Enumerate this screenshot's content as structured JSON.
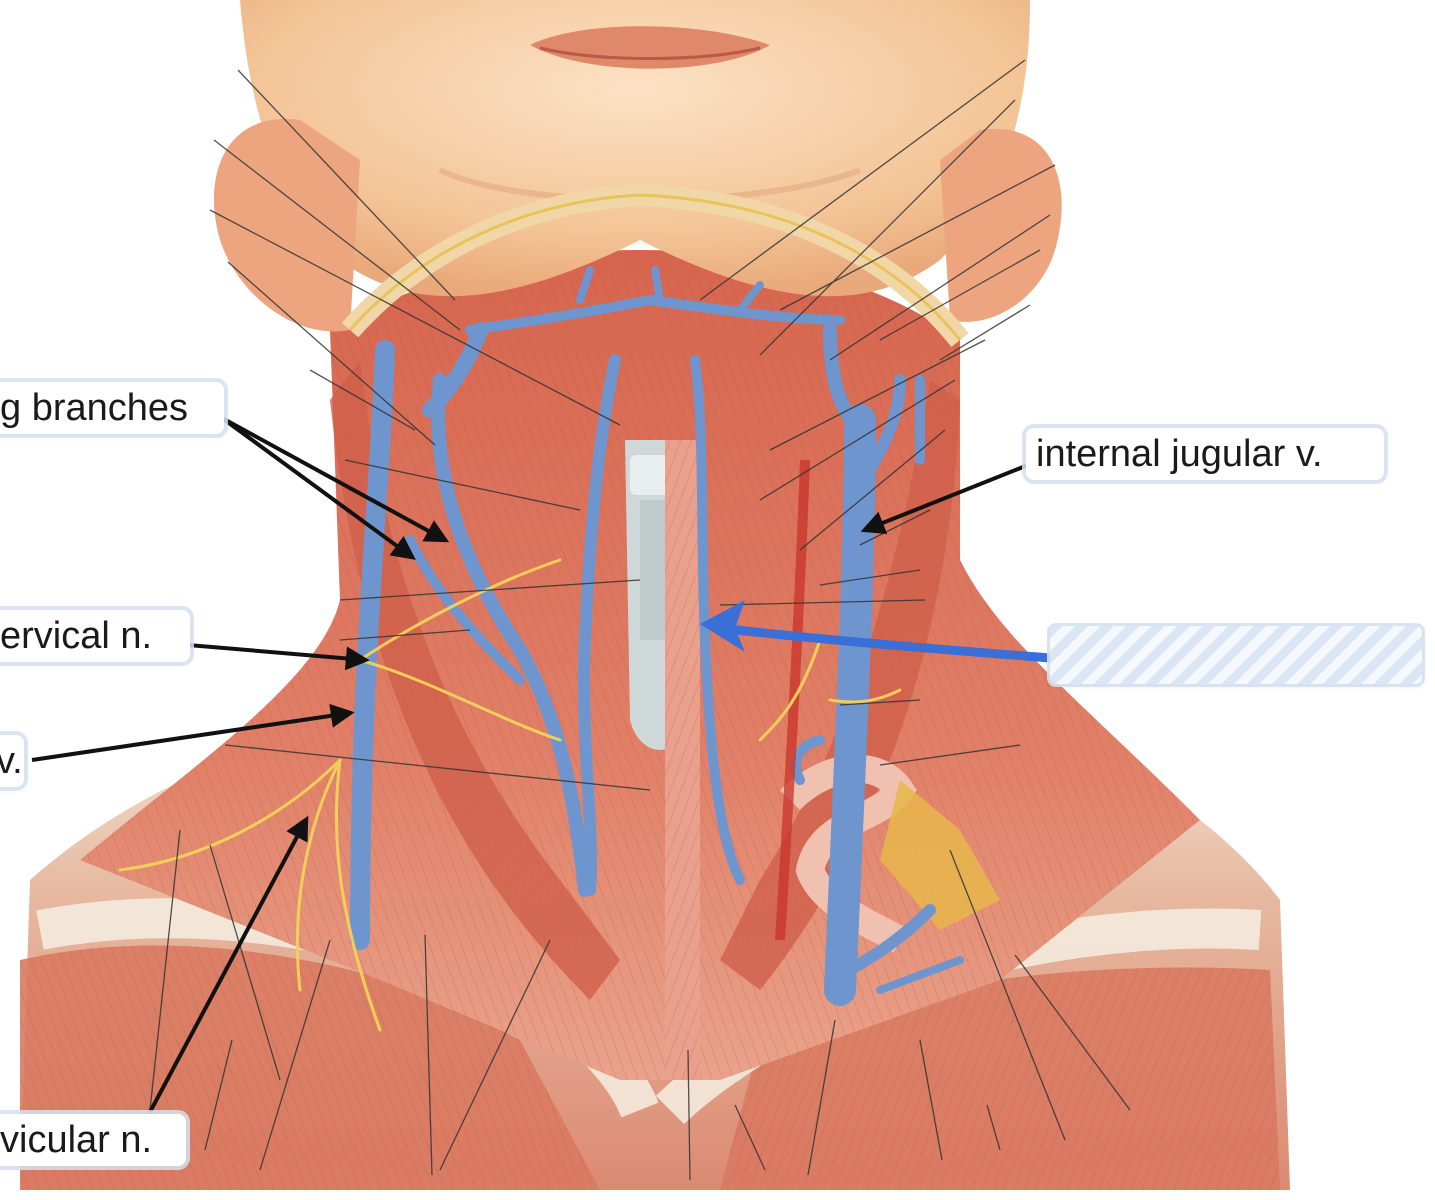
{
  "labels": {
    "branches": "g branches",
    "internal_jugular": "internal jugular v.",
    "cervical_nerve": "ervical n.",
    "vein_partial": "v.",
    "clavicular_nerve": "vicular n."
  },
  "colors": {
    "skin": "#f4c49a",
    "muscle": "#d9705a",
    "vein": "#6f95cf",
    "nerve": "#f2d35a",
    "highlight_arrow": "#3a6fd8",
    "pointer_arrow": "#111111"
  }
}
